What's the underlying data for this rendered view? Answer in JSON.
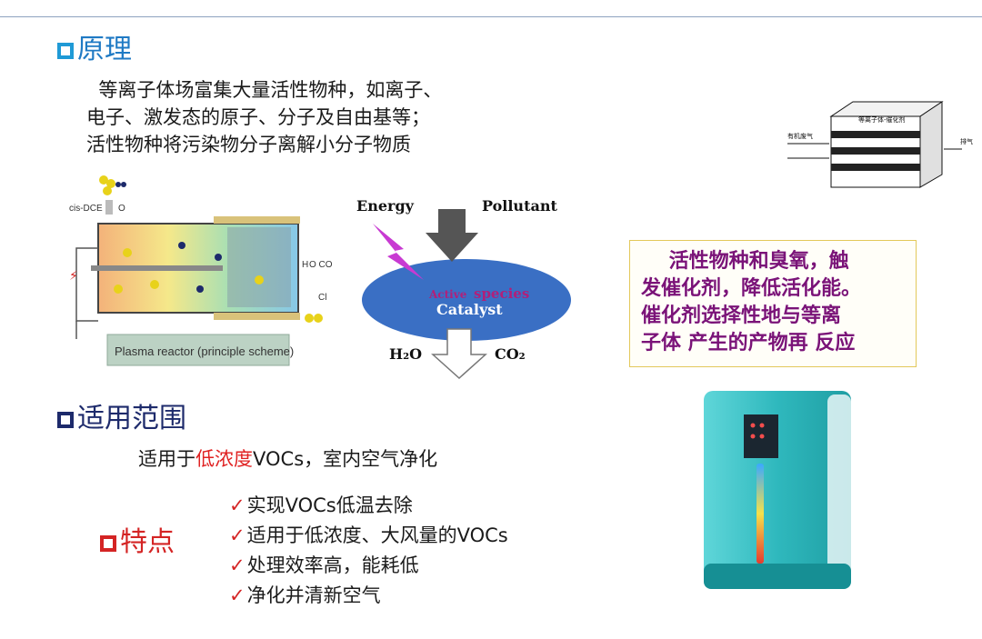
{
  "sections": {
    "principle": {
      "heading": "原理",
      "lines": [
        "  等离子体场富集大量活性物种，如离子、",
        "电子、激发态的原子、分子及自由基等；",
        "活性物种将污染物分子离解小分子物质"
      ]
    },
    "scope": {
      "heading": "适用范围",
      "prefix": "适用于",
      "highlight": "低浓度",
      "suffix": "VOCs，室内空气净化"
    },
    "features": {
      "heading": "特点",
      "items": [
        "实现VOCs低温去除",
        "适用于低浓度、大风量的VOCs",
        "处理效率高，能耗低",
        "净化并清新空气"
      ]
    }
  },
  "callout": {
    "lines": [
      "    活性物种和臭氧，触",
      "发催化剂，降低活化能。",
      "催化剂选择性地与等离",
      "子体 产生的产物再 反应"
    ]
  },
  "reactor": {
    "label": "Plasma reactor (principle scheme)",
    "inlet": "cis-DCE",
    "o2": "O",
    "out1": "H",
    "out2": "O CO",
    "out3": "Cl"
  },
  "catalysis": {
    "energy": "Energy",
    "pollutant": "Pollutant",
    "active": "Active",
    "species": "species",
    "catalyst": "Catalyst",
    "h2o": "H₂O",
    "co2": "CO₂"
  },
  "stack_diagram": {
    "top": "等离子体-催化剂",
    "left": "有机废气",
    "right": "排气"
  },
  "colors": {
    "heading_blue": "#1f7ac4",
    "heading_navy": "#1d2a6b",
    "heading_red": "#d42424",
    "highlight_red": "#e02222",
    "callout_purple": "#7a1378"
  }
}
